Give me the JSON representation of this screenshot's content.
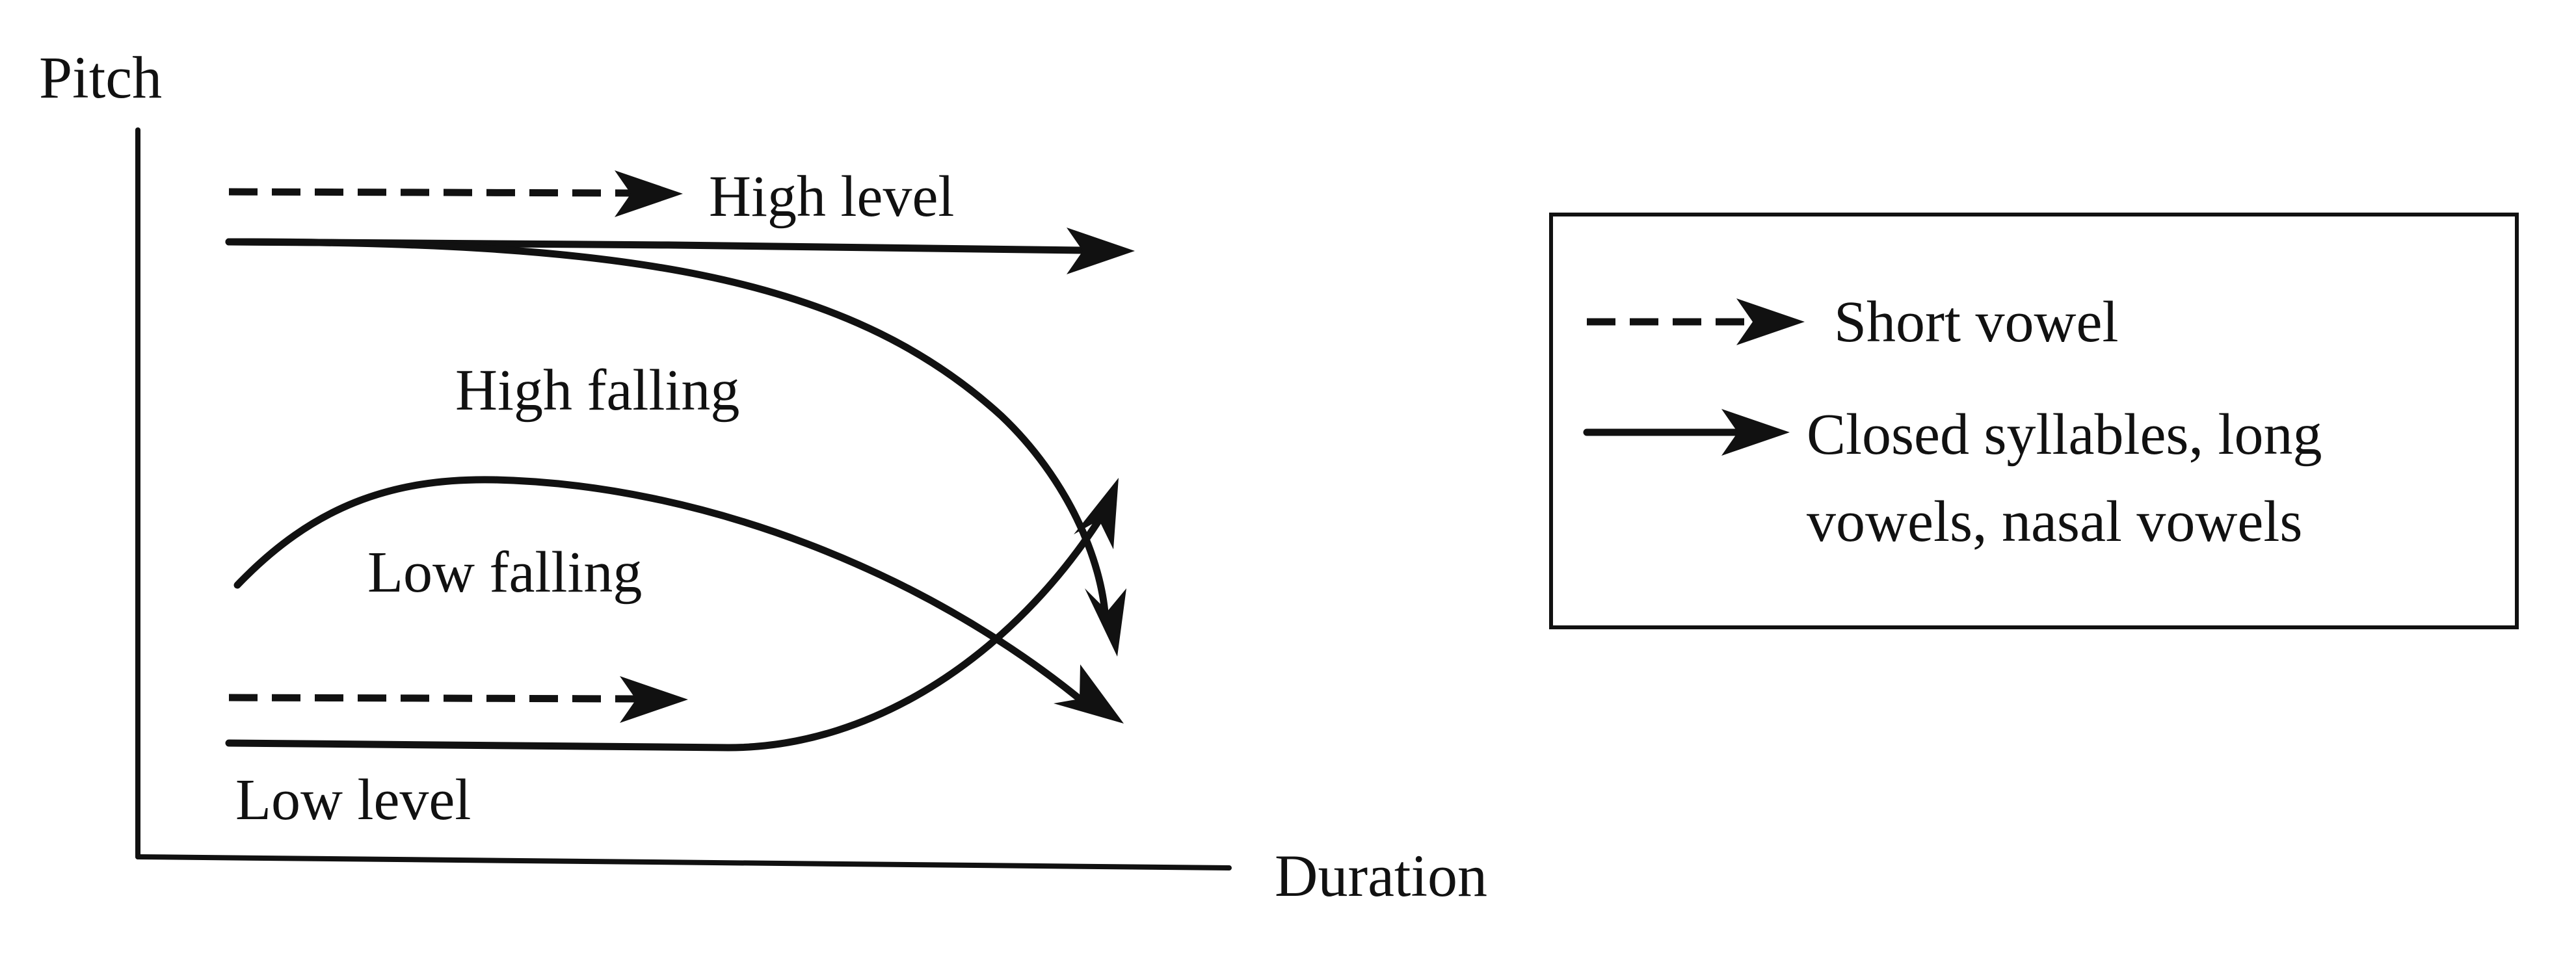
{
  "axes": {
    "y_label": "Pitch",
    "x_label": "Duration"
  },
  "tones": [
    {
      "id": "high-level",
      "label": "High level"
    },
    {
      "id": "high-falling",
      "label": "High falling"
    },
    {
      "id": "low-falling",
      "label": "Low falling"
    },
    {
      "id": "low-level",
      "label": "Low level"
    }
  ],
  "legend": {
    "short": "Short vowel",
    "long_line1": "Closed syllables, long",
    "long_line2": "vowels, nasal vowels"
  },
  "colors": {
    "ink": "#111111",
    "background": "#ffffff"
  }
}
